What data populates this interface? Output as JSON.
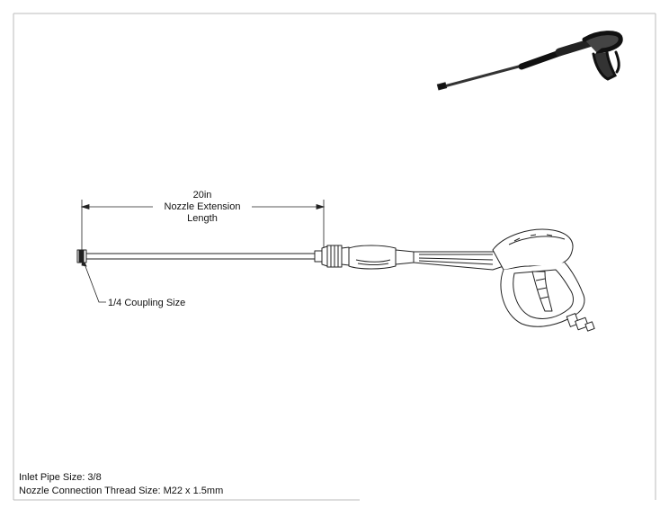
{
  "dimension": {
    "value": "20in",
    "line1": "Nozzle Extension",
    "line2": "Length"
  },
  "callouts": {
    "coupling": "1/4 Coupling Size"
  },
  "notes": {
    "inlet": "Inlet Pipe Size: 3/8",
    "thread": "Nozzle Connection Thread Size: M22 x 1.5mm"
  }
}
